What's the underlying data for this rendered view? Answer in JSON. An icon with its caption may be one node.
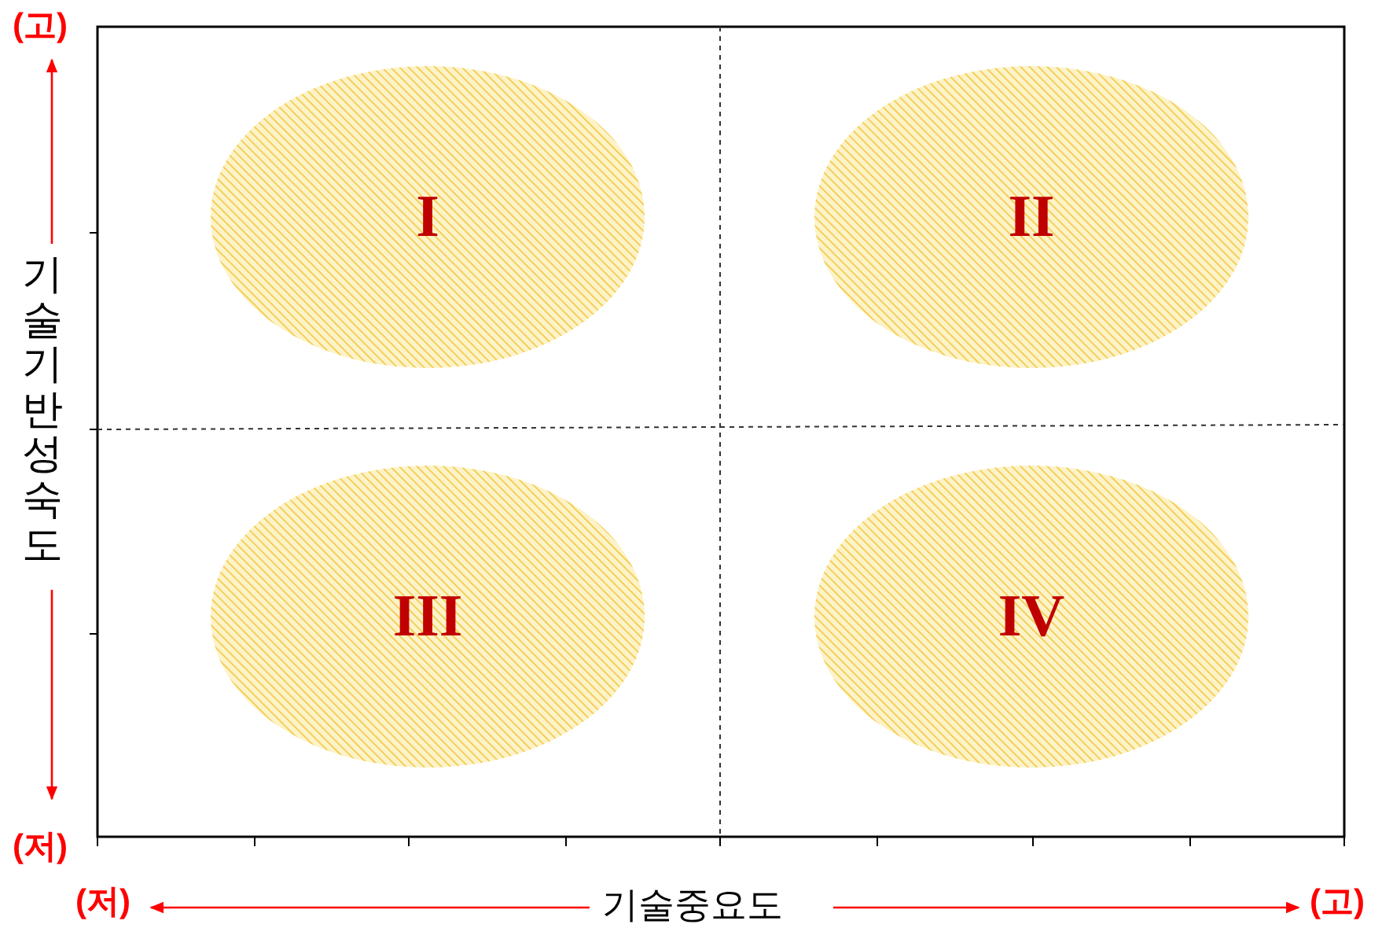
{
  "diagram": {
    "nodes": [
      {
        "text": [
          "I"
        ]
      },
      {
        "text": [
          "II"
        ]
      },
      {
        "text": [
          "III"
        ]
      },
      {
        "text": [
          "IV"
        ]
      }
    ],
    "labels": [
      "(고)",
      "기술기반성숙도",
      "(저)",
      "(저)",
      "기술중요도",
      "(고)"
    ]
  }
}
